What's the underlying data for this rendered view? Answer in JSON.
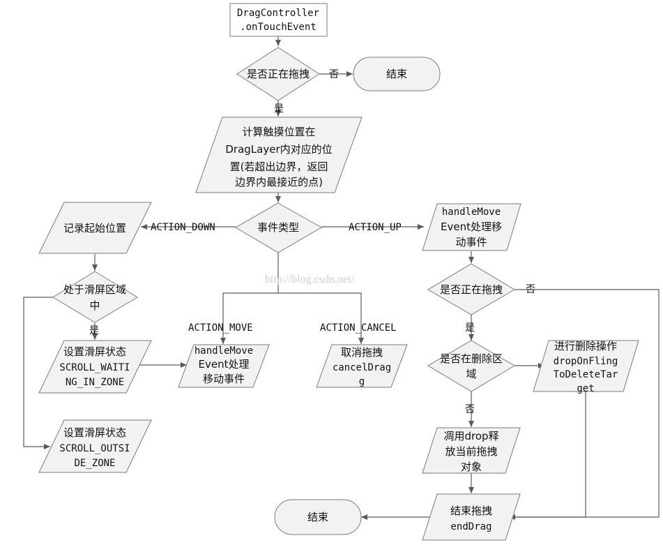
{
  "start": [
    "DragController",
    ".onTouchEvent"
  ],
  "decision_dragging": "是否正在拖拽",
  "end_label": "结束",
  "label_no": "否",
  "label_yes": "是",
  "compute_position": [
    "计算触摸位置在",
    "DragLayer内对应的位",
    "置(若超出边界，返回",
    "边界内最接近的点)"
  ],
  "event_type": "事件类型",
  "action_down": "ACTION_DOWN",
  "action_up": "ACTION_UP",
  "action_move": "ACTION_MOVE",
  "action_cancel": "ACTION_CANCEL",
  "record_start": "记录起始位置",
  "in_scroll_zone": [
    "处于滑屏区域",
    "中"
  ],
  "set_scroll_waiting": [
    "设置滑屏状态",
    "SCROLL_WAITI",
    "NG_IN_ZONE"
  ],
  "set_scroll_outside": [
    "设置滑屏状态",
    "SCROLL_OUTSI",
    "DE_ZONE"
  ],
  "handle_move_mid": [
    "handleMove",
    "Event处理",
    "移动事件"
  ],
  "cancel_drag": [
    "取消拖拽",
    "cancelDrag",
    "g"
  ],
  "handle_move_right": [
    "handleMove",
    "Event处理移",
    "动事件"
  ],
  "decision_dragging_right": "是否正在拖拽",
  "decision_delete_zone": [
    "是否在删除区",
    "域"
  ],
  "do_delete": [
    "进行删除操作",
    "dropOnFling",
    "ToDeleteTar",
    "get"
  ],
  "call_drop": [
    "凋用drop释",
    "放当前拖拽",
    "对象"
  ],
  "end_drag": [
    "结束拖拽",
    "endDrag"
  ],
  "end_label_bottom": "结束",
  "watermark": "http://blog.csdn.net/"
}
